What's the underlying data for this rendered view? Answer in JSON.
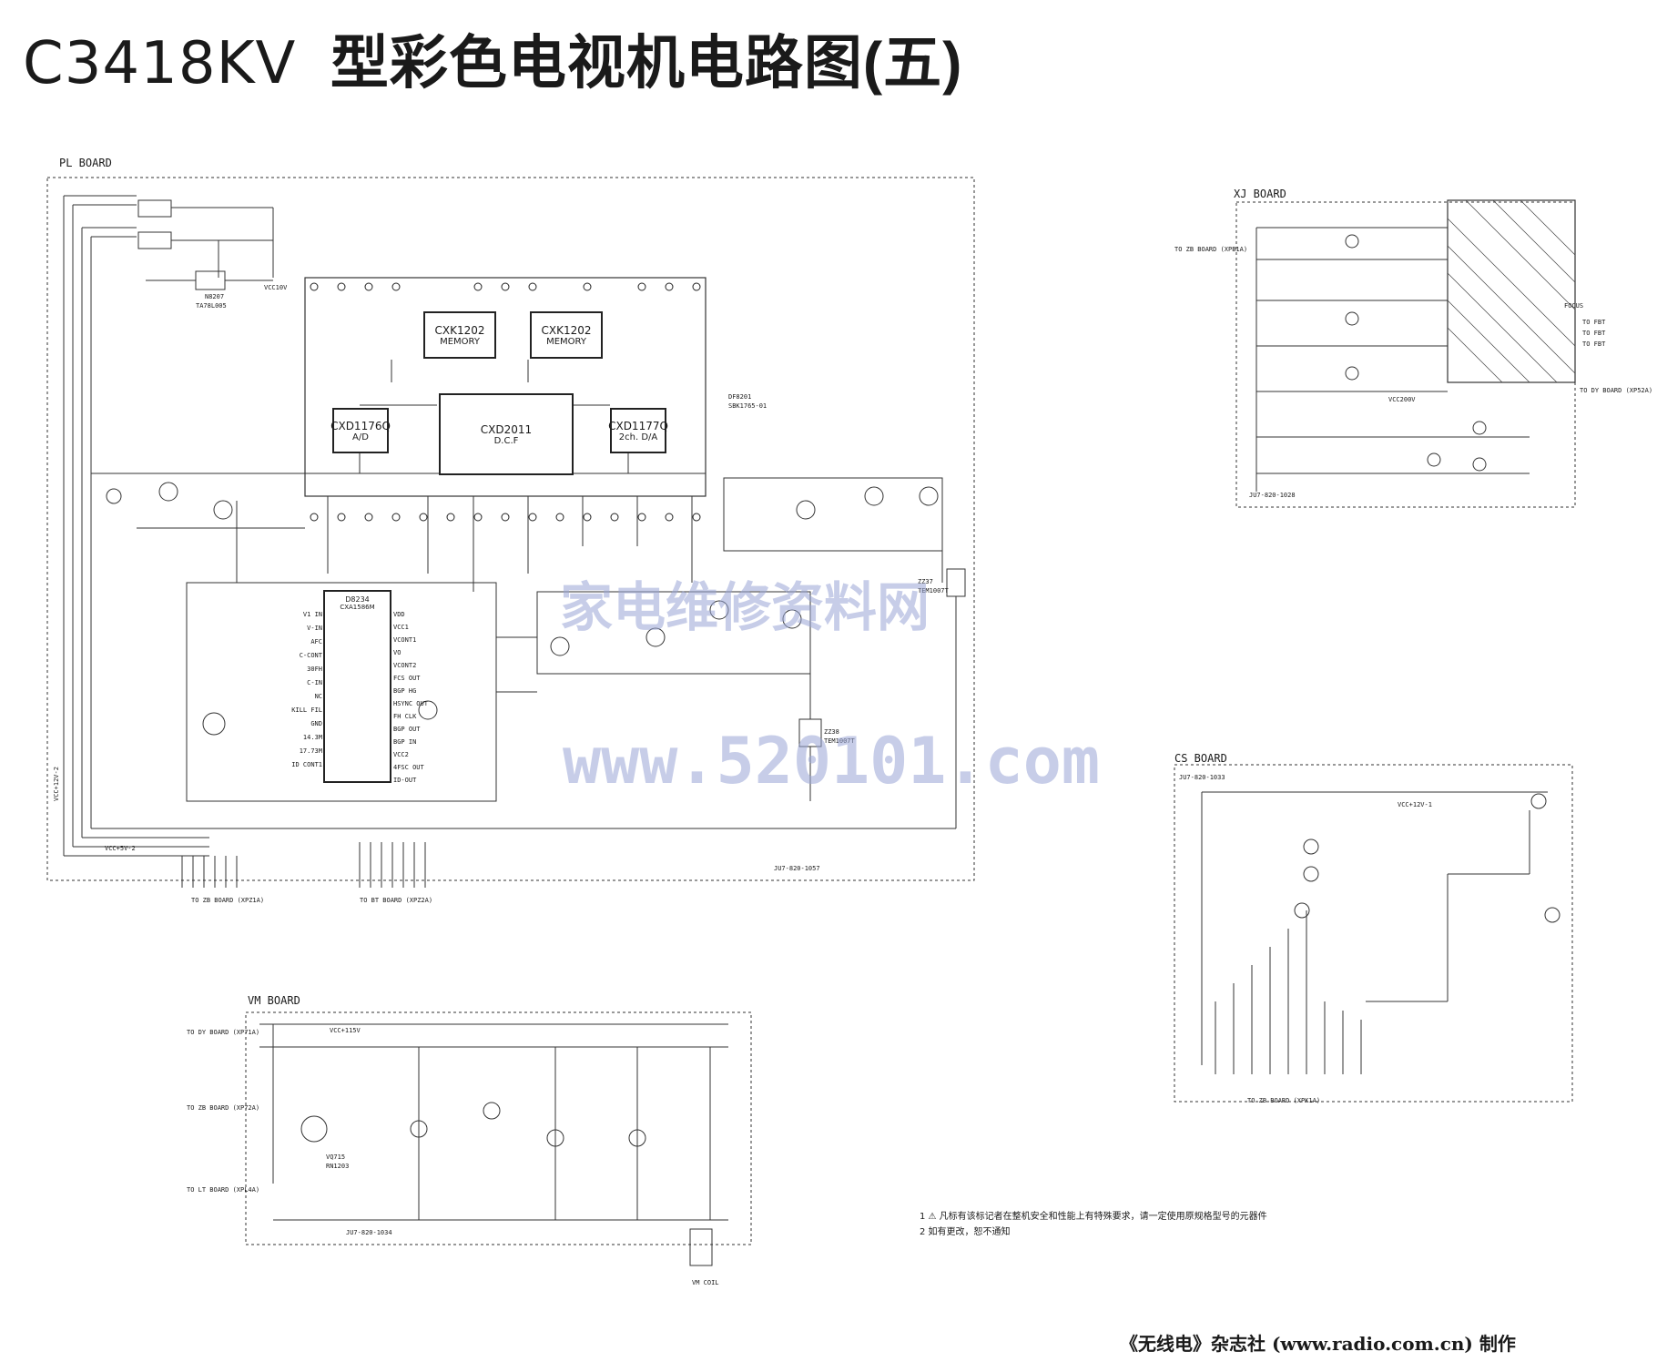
{
  "title": {
    "model": "C3418KV",
    "text": "型彩色电视机电路图(五)"
  },
  "boards": {
    "pl": {
      "label": "PL BOARD",
      "code": "JU7-820-1057",
      "to_zb": "TO ZB BOARD (XPZ1A)",
      "to_bt": "TO BT BOARD (XPZ2A)"
    },
    "xj": {
      "label": "XJ BOARD",
      "code": "JU7-820-1028",
      "to_zb": "TO ZB BOARD (XPB1A)",
      "to_dy": "TO DY BOARD (XP52A)",
      "focus": "FOCUS",
      "to_fbt1": "TO FBT",
      "to_fbt2": "TO FBT",
      "to_fbt3": "TO FBT"
    },
    "cs": {
      "label": "CS BOARD",
      "code": "JU7-820-1033",
      "to_zb": "TO ZB BOARD (XPK1A)"
    },
    "vm": {
      "label": "VM BOARD",
      "code": "JU7-820-1034",
      "to_dy": "TO DY BOARD (XP71A)",
      "to_zb": "TO ZB BOARD (XP72A)",
      "to_lt": "TO LT BOARD (XPL4A)",
      "coil": "VM COIL"
    }
  },
  "chips": {
    "mem1": {
      "name": "CXK1202",
      "sub": "MEMORY"
    },
    "mem2": {
      "name": "CXK1202",
      "sub": "MEMORY"
    },
    "ad": {
      "name": "CXD1176Q",
      "sub": "A/D"
    },
    "dcf": {
      "name": "CXD2011",
      "sub": "D.C.F"
    },
    "da": {
      "name": "CXD1177Q",
      "sub": "2ch. D/A"
    },
    "dec": {
      "name": "D8234",
      "sub": "CXA1586M"
    }
  },
  "dec_pins_left": [
    "V1 IN",
    "V-IN",
    "AFC",
    "C-CONT",
    "30FH",
    "C-IN",
    "NC",
    "KILL FIL",
    "GND",
    "14.3M",
    "17.73M",
    "ID CONT1"
  ],
  "dec_pins_right": [
    "VDD",
    "VCC1",
    "VCONT1",
    "VO",
    "VCONT2",
    "FCS OUT",
    "BGP HG",
    "HSYNC OUT",
    "FH CLK",
    "BGP OUT",
    "BGP IN",
    "VCC2",
    "4FSC OUT",
    "ID-OUT"
  ],
  "labels": {
    "vcc10v": "VCC10V",
    "vcc5v": "VCC+5V-2",
    "vcc12v": "VCC+12V-2",
    "vcc115v": "VCC+115V",
    "vcc12v1": "VCC+12V-1",
    "vcc200v": "VCC200V",
    "df8201": "DF8201",
    "df8201_part": "SBK1765-01",
    "ic7805": "N8207",
    "ic7805_part": "TA78L005",
    "zz37": "ZZ37",
    "zz37_part": "TEM1007T",
    "zz38": "ZZ38",
    "zz38_part": "TEM1007T",
    "vm_q1": "VQ715",
    "vm_q1_part": "RN1203"
  },
  "watermark": {
    "cn": "家电维修资料网",
    "url": "www.520101.com"
  },
  "notes": [
    "1  ⚠ 凡标有该标记者在整机安全和性能上有特殊要求，请一定使用原规格型号的元器件",
    "2  如有更改，恕不通知"
  ],
  "credit": "《无线电》杂志社 (www.radio.com.cn) 制作"
}
